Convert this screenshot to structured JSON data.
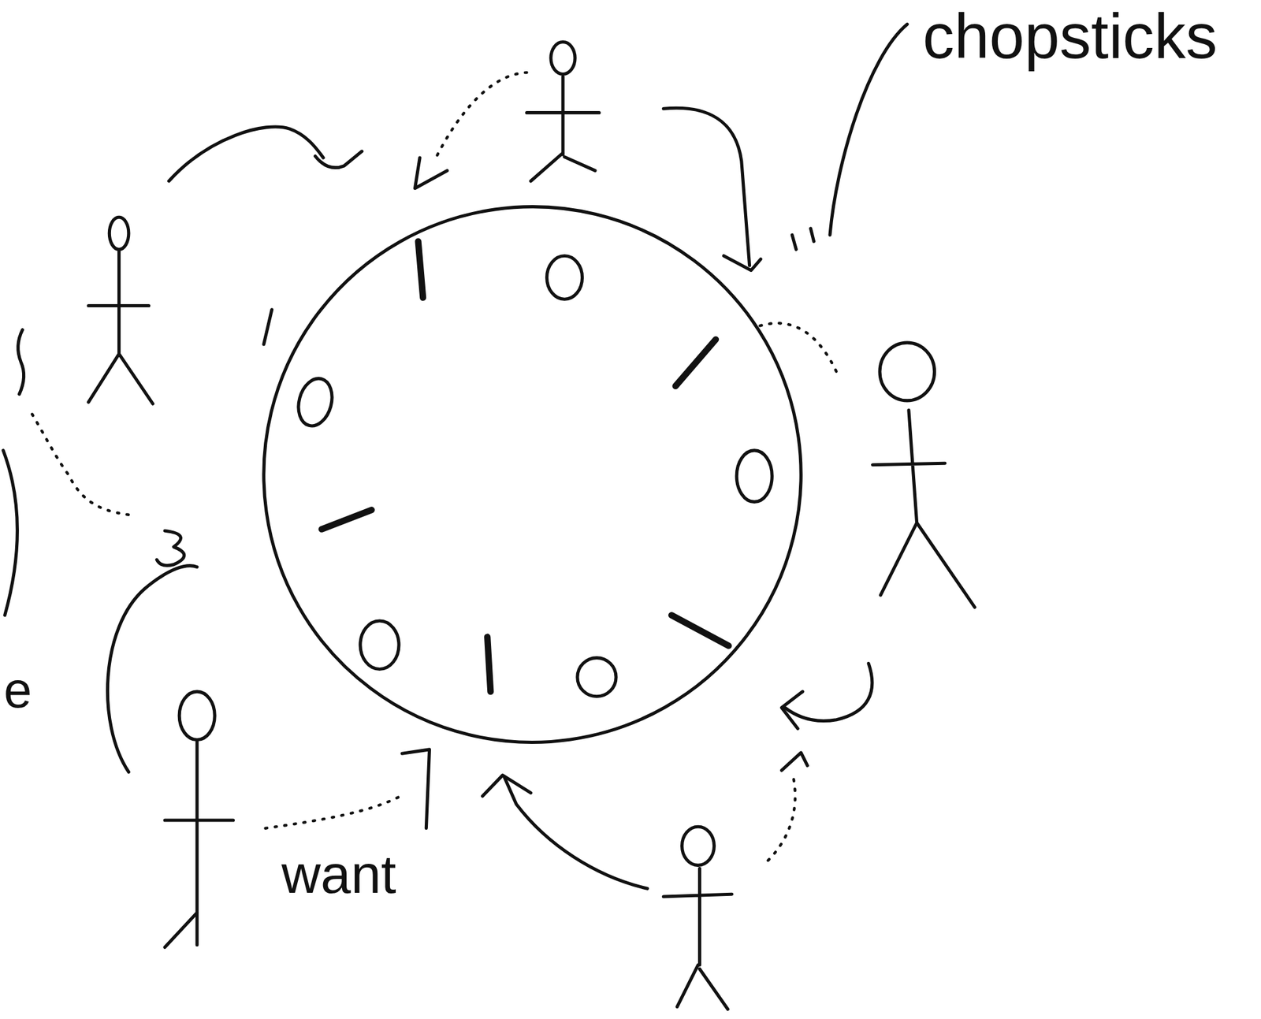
{
  "diagram": {
    "labels": [
      "chopsticks",
      "want",
      "e"
    ]
  }
}
